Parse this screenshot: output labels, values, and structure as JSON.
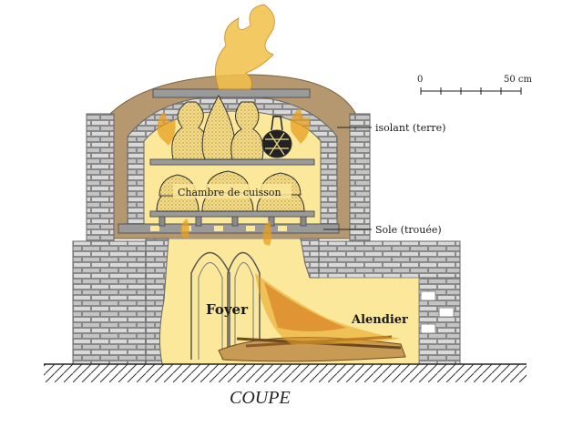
{
  "diagram": {
    "caption": "COUPE",
    "labels": {
      "isolant": "isolant (terre)",
      "sole": "Sole (trouée)",
      "chambre": "Chambre de cuisson",
      "foyer": "Foyer",
      "alendier": "Alendier"
    },
    "scale_bar": {
      "start": "0",
      "end": "50 cm"
    },
    "colors": {
      "brick": "#c9c9c9",
      "brick_dark": "#8a8a8a",
      "earth": "#b59870",
      "fire": "#fbe89a",
      "flame": "#e8a020",
      "ground": "#333333"
    }
  }
}
